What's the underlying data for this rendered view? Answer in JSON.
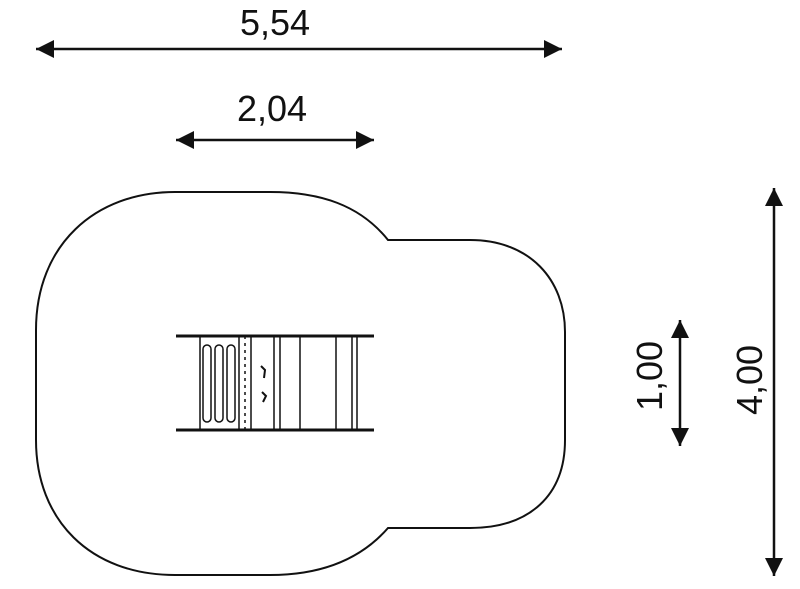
{
  "dimensions": {
    "overall_width": "5,54",
    "equipment_width": "2,04",
    "equipment_depth": "1,00",
    "overall_depth": "4,00"
  },
  "colors": {
    "ink": "#111111",
    "background": "#ffffff"
  }
}
